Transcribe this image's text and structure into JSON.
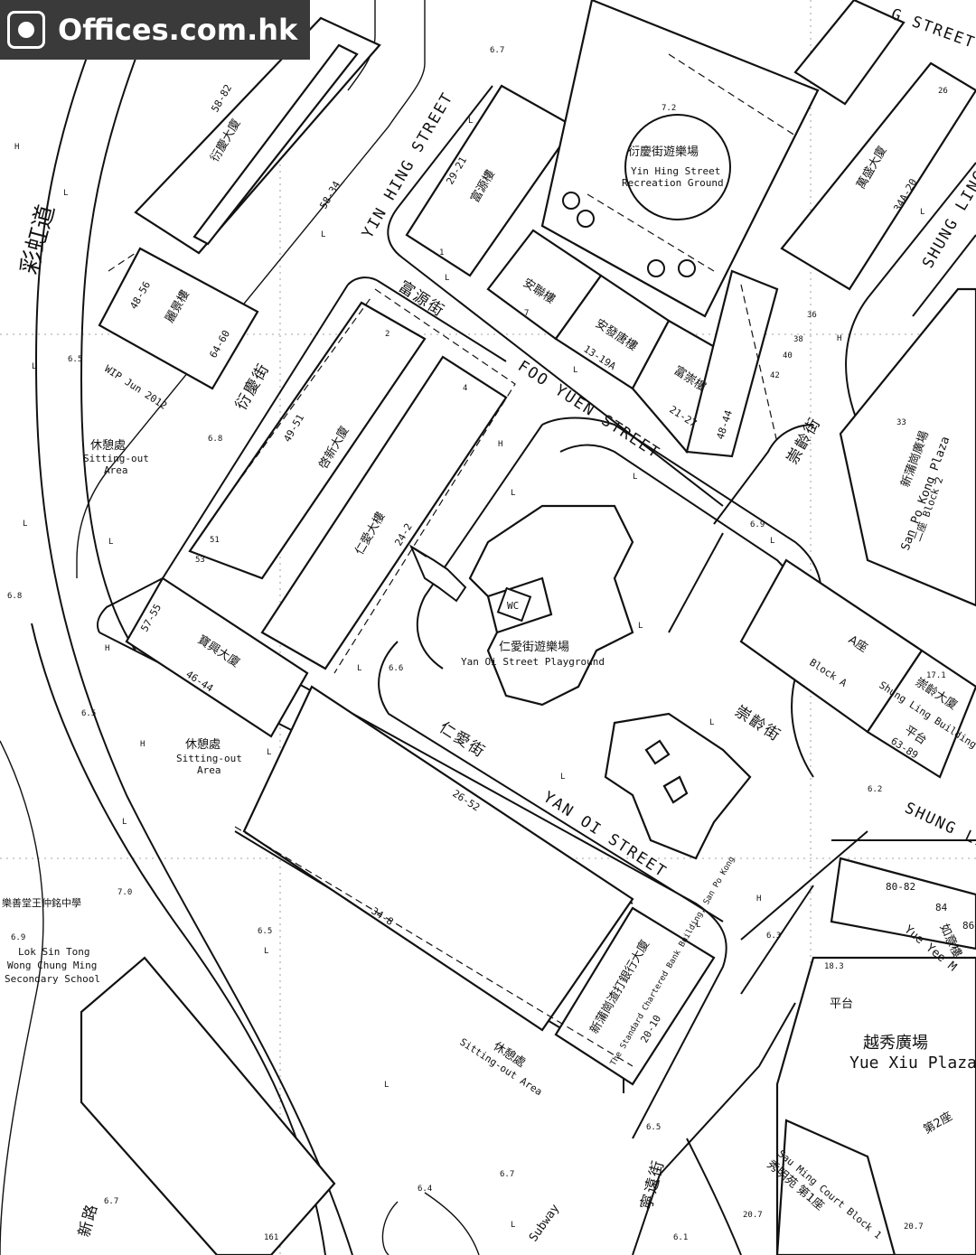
{
  "watermark": {
    "text": "Offices.com.hk",
    "icon": "offices-logo-icon"
  },
  "streets": {
    "yin_hing_en": "YIN HING STREET",
    "foo_yuen_en": "FOO YUEN STREET",
    "foo_yuen_zh": "富源街",
    "yin_hing_zh": "衍慶街",
    "yan_oi_en": "YAN OI STREET",
    "yan_oi_zh": "仁愛街",
    "shung_ling_en": "SHUNG LING",
    "shung_ling_zh": "崇齡街",
    "shung_ling_zh2": "崇齡街",
    "choi_hung_zh": "彩虹道",
    "top_street": "G STREET",
    "shung_ling_top": "SHUNG LING",
    "subway": "Subway",
    "bottom_zh": "寧遠街",
    "bottom_left_zh": "新路"
  },
  "buildings": {
    "yin_hing_bldg": "衍慶大廈",
    "yin_hing_no": "58-82",
    "yin_hing_no2": "58-34",
    "lai_king": "麗景樓",
    "lai_king_no": "48-56",
    "lai_king_no2": "64-60",
    "foo_yuen": "富源樓",
    "foo_yuen_no": "29-21",
    "on_luen": "安聯樓",
    "on_fat": "安發唐樓",
    "on_fat_no": "13-19A",
    "foo_shung": "富崇樓",
    "foo_shung_no": "21-27",
    "foo_shung_no2": "48-44",
    "kai_sun": "啓新大廈",
    "kai_sun_no": "49-51",
    "yan_oi_bldg": "仁愛大樓",
    "yan_oi_no": "24-2",
    "po_hing": "寶興大廈",
    "po_hing_no": "57-55",
    "po_hing_no2": "46-44",
    "ko_shing": "萬盛大廈",
    "ko_shing_no": "34A-20",
    "block_a_zh": "A座",
    "block_a_en": "Block A",
    "shung_ling_bldg_zh": "崇齡大廈",
    "shung_ling_bldg_en": "Shung Ling Building",
    "shung_ling_no": "63-89",
    "platform": "平台",
    "sc_bank_zh": "新蒲崗渣打銀行大廈",
    "sc_bank_en": "The Standard Chartered Bank Building, San Po Kong",
    "sc_bank_no": "20-10",
    "block_26_52": "26-52",
    "block_34_8": "34-8",
    "yue_xiu_zh": "越秀廣場",
    "yue_xiu_en": "Yue Xiu Plaza",
    "platform2": "平台",
    "sau_ming_zh": "秀明苑 第1座",
    "sau_ming_en": "Sau Ming Court Block 1",
    "sau_ming2": "第2座",
    "san_po_kong_zh": "新蒲崗廣場",
    "san_po_kong_en": "San Po Kong Plaza",
    "block_2": "二座 Block 2",
    "school_zh": "樂善堂王仲銘中學",
    "school_en1": "Lok Sin Tong",
    "school_en2": "Wong Chung Ming",
    "school_en3": "Secondary School",
    "yue_yee": "如意樓",
    "yue_yee_en": "Yue Yee M",
    "no_80_82": "80-82",
    "no_84": "84",
    "no_86": "86"
  },
  "parks": {
    "yin_hing_park_zh": "衍慶街遊樂場",
    "yin_hing_park_en1": "Yin Hing Street",
    "yin_hing_park_en2": "Recreation Ground",
    "yan_oi_park_zh": "仁愛街遊樂場",
    "yan_oi_park_en": "Yan Oi Street Playground",
    "sit1_zh": "休憩處",
    "sit1_en1": "Sitting-out",
    "sit1_en2": "Area",
    "sit2_zh": "休憩處",
    "sit2_en1": "Sitting-out",
    "sit2_en2": "Area",
    "sit3_zh": "休憩處",
    "sit3_en": "Sitting-out Area"
  },
  "notes": {
    "wip": "WIP Jun 2012"
  },
  "spot_heights": {
    "h1": "6.7",
    "h2": "7.2",
    "h3": "6.5",
    "h4": "6.8",
    "h5": "6.8",
    "h6": "6.6",
    "h7": "6.5",
    "h8": "6.9",
    "h9": "6.2",
    "h10": "7.0",
    "h11": "6.9",
    "h12": "6.5",
    "h13": "6.3",
    "h14": "18.3",
    "h15": "6.5",
    "h16": "6.7",
    "h17": "6.4",
    "h18": "6.7",
    "h19": "6.1",
    "h20": "20.7",
    "h21": "20.7",
    "h22": "17.1"
  },
  "house_numbers": {
    "n1": "1",
    "n2": "2",
    "n4": "4",
    "n7": "7",
    "n26": "26",
    "n33": "33",
    "n36": "36",
    "n38": "38",
    "n40": "40",
    "n42": "42",
    "n51": "51",
    "n53": "53",
    "n161": "161"
  },
  "map_symbols": {
    "lamp": "L",
    "hydrant": "H",
    "toilet_icon": "toilet-icon",
    "pointer_icon": "pointing-hand-icon"
  },
  "colors": {
    "ink": "#111111",
    "watermark_bg": "#3a3a3a"
  }
}
